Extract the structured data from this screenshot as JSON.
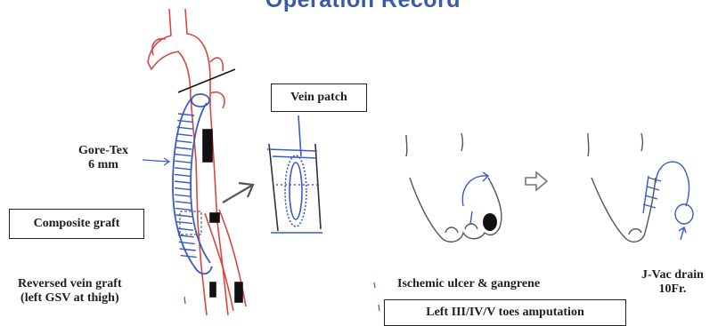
{
  "title": "Operation Record",
  "labels": {
    "gore_tex_line1": "Gore-Tex",
    "gore_tex_line2": "6 mm",
    "composite_graft": "Composite graft",
    "reversed_vein_line1": "Reversed vein graft",
    "reversed_vein_line2": "(left GSV at thigh)",
    "vein_patch": "Vein patch",
    "ischemic": "Ischemic ulcer & gangrene",
    "amputation": "Left III/IV/V toes amputation",
    "jvac_line1": "J-Vac drain",
    "jvac_line2": "10Fr."
  },
  "colors": {
    "artery": "#d9473f",
    "graft": "#3a5bc7",
    "ink": "#1e1e1e",
    "title": "#3a5aa8"
  }
}
